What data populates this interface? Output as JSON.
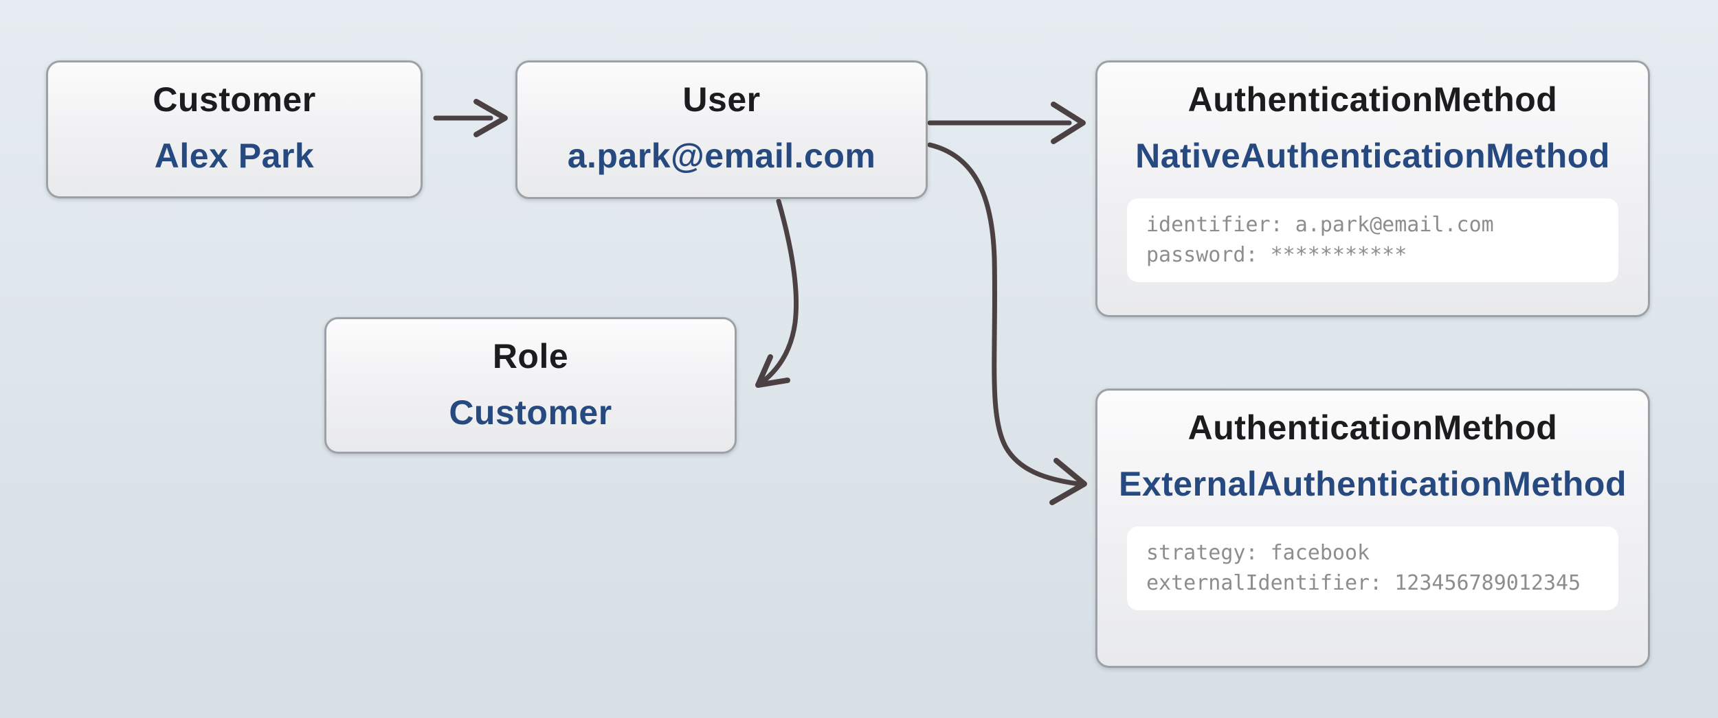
{
  "diagram": {
    "nodes": {
      "customer": {
        "title": "Customer",
        "value": "Alex Park"
      },
      "user": {
        "title": "User",
        "value": "a.park@email.com"
      },
      "native_auth": {
        "title": "AuthenticationMethod",
        "value": "NativeAuthenticationMethod",
        "details": [
          "identifier: a.park@email.com",
          "password: ***********"
        ]
      },
      "role": {
        "title": "Role",
        "value": "Customer"
      },
      "external_auth": {
        "title": "AuthenticationMethod",
        "value": "ExternalAuthenticationMethod",
        "details": [
          "strategy: facebook",
          "externalIdentifier: 123456789012345"
        ]
      }
    },
    "edges": [
      {
        "from": "customer",
        "to": "user"
      },
      {
        "from": "user",
        "to": "native_auth"
      },
      {
        "from": "user",
        "to": "role"
      },
      {
        "from": "user",
        "to": "external_auth"
      }
    ],
    "colors": {
      "background_top": "#e6ecf1",
      "background_bottom": "#d6dfe5",
      "node_border": "#9ba1a6",
      "node_fill_top": "#fcfcfd",
      "node_fill_bottom": "#e9eaec",
      "title_text": "#1c1c1e",
      "accent_text": "#264a80",
      "detail_text": "#8d8d8f",
      "detail_panel": "#ffffff",
      "arrow": "#4c4142"
    }
  }
}
